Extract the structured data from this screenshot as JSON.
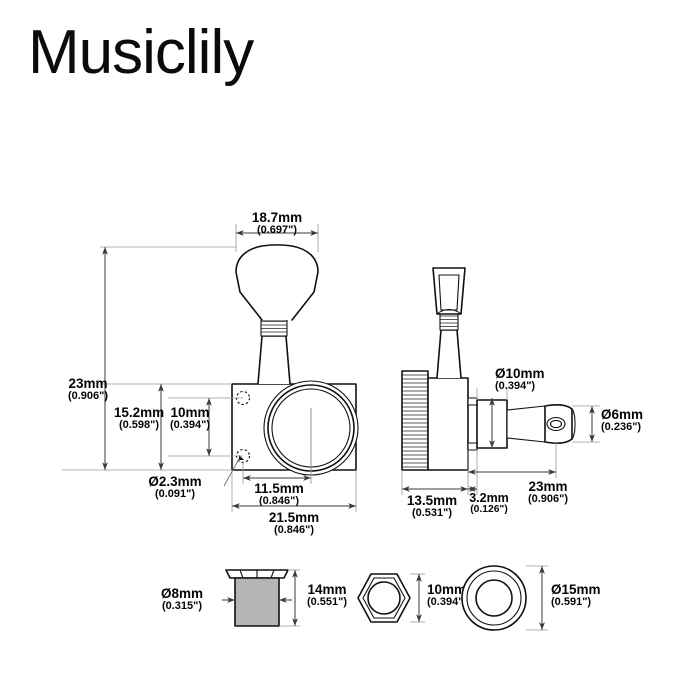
{
  "page": {
    "brand": "Musiclily",
    "background_color": "#ffffff",
    "line_color": "#111111",
    "dimension_color": "#3a3a3a"
  },
  "views": {
    "front": {
      "name": "front-view",
      "label": "guitar tuning machine front view"
    },
    "side": {
      "name": "side-view",
      "label": "guitar tuning machine side view"
    },
    "bushing": {
      "name": "bushing-part",
      "label": "press-fit bushing"
    },
    "nut": {
      "name": "hex-nut-part",
      "label": "hex nut"
    },
    "washer": {
      "name": "washer-part",
      "label": "washer ring"
    }
  },
  "dimensions": {
    "button_width": {
      "mm": "18.7mm",
      "inch": "(0.697\")"
    },
    "total_height": {
      "mm": "23mm",
      "inch": "(0.906\")"
    },
    "plate_to_top": {
      "mm": "15.2mm",
      "inch": "(0.598\")"
    },
    "screw_spacing": {
      "mm": "10mm",
      "inch": "(0.394\")"
    },
    "screw_hole_dia": {
      "mm": "Ø2.3mm",
      "inch": "(0.091\")"
    },
    "hole_to_edge": {
      "mm": "11.5mm",
      "inch": "(0.846\")"
    },
    "plate_width": {
      "mm": "21.5mm",
      "inch": "(0.846\")"
    },
    "bushing_hole_dia": {
      "mm": "Ø10mm",
      "inch": "(0.394\")"
    },
    "post_dia": {
      "mm": "Ø6mm",
      "inch": "(0.236\")"
    },
    "body_depth": {
      "mm": "13.5mm",
      "inch": "(0.531\")"
    },
    "plate_thickness": {
      "mm": "3.2mm",
      "inch": "(0.126\")"
    },
    "post_length": {
      "mm": "23mm",
      "inch": "(0.906\")"
    },
    "bushing_shaft_dia": {
      "mm": "Ø8mm",
      "inch": "(0.315\")"
    },
    "bushing_height": {
      "mm": "14mm",
      "inch": "(0.551\")"
    },
    "nut_across_flats": {
      "mm": "10mm",
      "inch": "(0.394\")"
    },
    "washer_outer_dia": {
      "mm": "Ø15mm",
      "inch": "(0.591\")"
    }
  }
}
